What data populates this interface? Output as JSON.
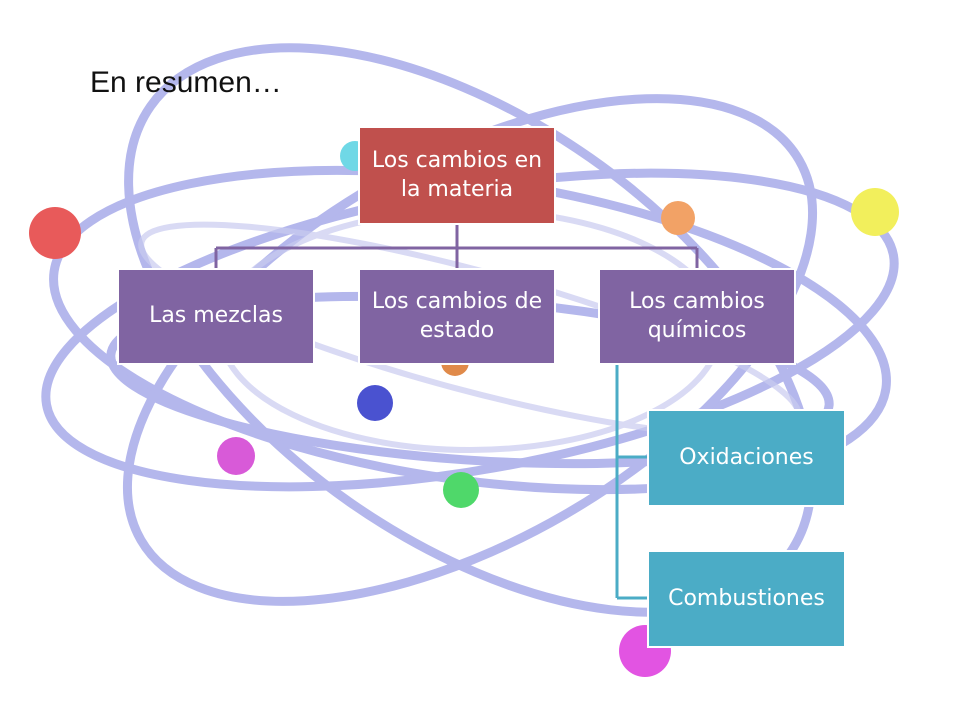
{
  "title": "En resumen…",
  "diagram": {
    "root": {
      "label": "Los cambios en la materia",
      "color": "#c0504d"
    },
    "children": [
      {
        "label": "Las mezclas",
        "color": "#8064a2"
      },
      {
        "label": "Los cambios de estado",
        "color": "#8064a2"
      },
      {
        "label": "Los cambios químicos",
        "color": "#8064a2"
      }
    ],
    "subchildren": [
      {
        "label": "Oxidaciones",
        "color": "#4bacc6"
      },
      {
        "label": "Combustiones",
        "color": "#4bacc6"
      }
    ],
    "connector_color": "#8064a2"
  }
}
